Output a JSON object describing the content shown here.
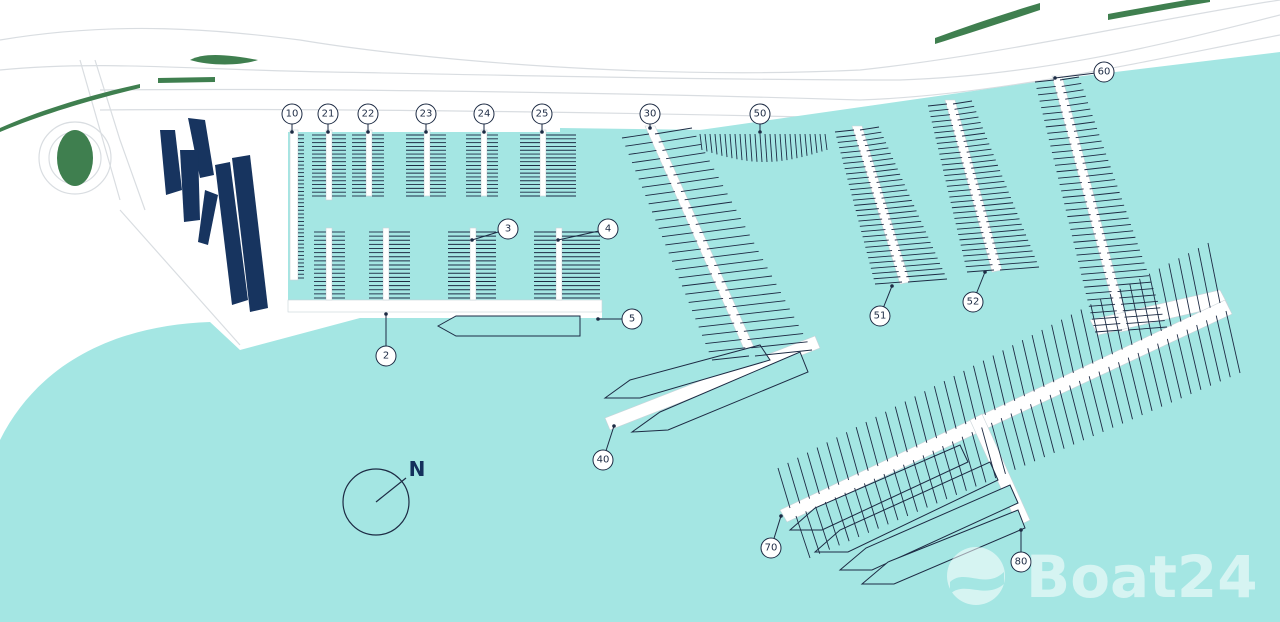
{
  "colors": {
    "water": "#a4e6e3",
    "land": "#ffffff",
    "road_line": "#d9dde1",
    "pier": "#ffffff",
    "ink": "#1d2b44",
    "building": "#17345f",
    "green": "#3f7f4f"
  },
  "compass": {
    "label": "N"
  },
  "pier_labels": [
    {
      "text": "10"
    },
    {
      "text": "21"
    },
    {
      "text": "22"
    },
    {
      "text": "23"
    },
    {
      "text": "24"
    },
    {
      "text": "25"
    },
    {
      "text": "30"
    },
    {
      "text": "50"
    },
    {
      "text": "3"
    },
    {
      "text": "4"
    },
    {
      "text": "5"
    },
    {
      "text": "2"
    },
    {
      "text": "51"
    },
    {
      "text": "52"
    },
    {
      "text": "60"
    },
    {
      "text": "40"
    },
    {
      "text": "70"
    },
    {
      "text": "80"
    }
  ],
  "brand": {
    "name": "Boat24",
    "logo_icon": "boat24-logo-icon"
  }
}
